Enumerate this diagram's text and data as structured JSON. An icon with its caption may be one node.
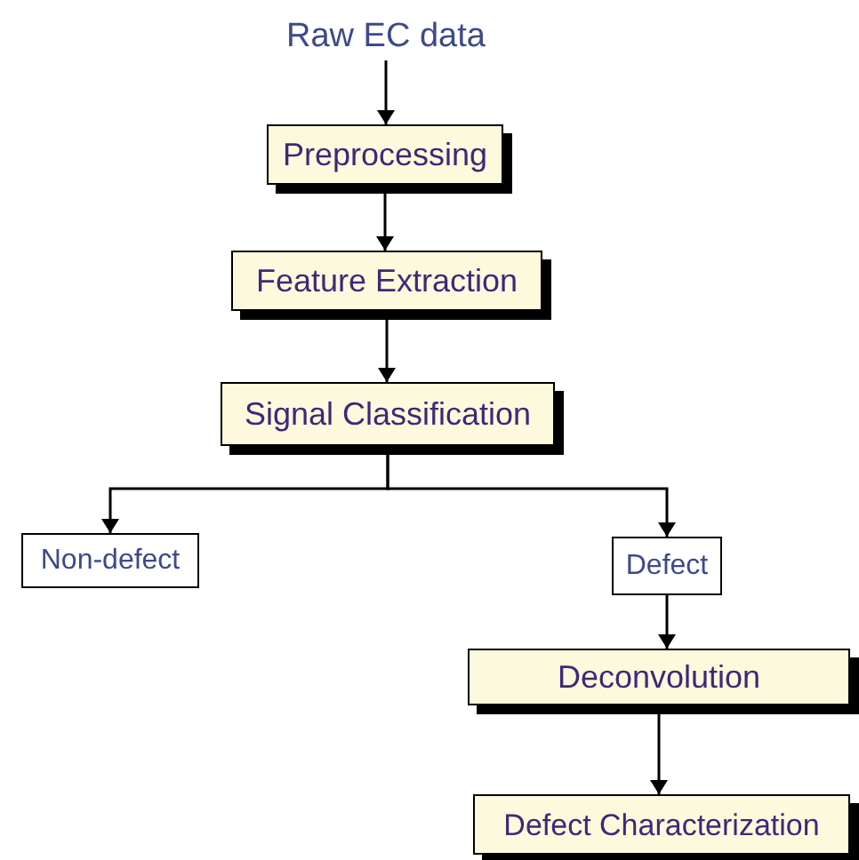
{
  "diagram": {
    "nodes": [
      {
        "text": [
          "Raw EC data"
        ]
      },
      {
        "text": [
          "Preprocessing"
        ]
      },
      {
        "text": [
          "Feature Extraction"
        ]
      },
      {
        "text": [
          "Signal Classification"
        ]
      },
      {
        "text": [
          "Non-defect"
        ]
      },
      {
        "text": [
          "Defect"
        ]
      },
      {
        "text": [
          "Deconvolution"
        ]
      },
      {
        "text": [
          "Defect Characterization"
        ]
      }
    ],
    "edges": [
      {
        "from": 0,
        "to": 1,
        "arrow": "to"
      },
      {
        "from": 1,
        "to": 2,
        "arrow": "to"
      },
      {
        "from": 2,
        "to": 3,
        "arrow": "to"
      },
      {
        "from": 3,
        "to": 4,
        "arrow": "to"
      },
      {
        "from": 3,
        "to": 5,
        "arrow": "to"
      },
      {
        "from": 5,
        "to": 6,
        "arrow": "to"
      },
      {
        "from": 6,
        "to": 7,
        "arrow": "to"
      }
    ]
  }
}
